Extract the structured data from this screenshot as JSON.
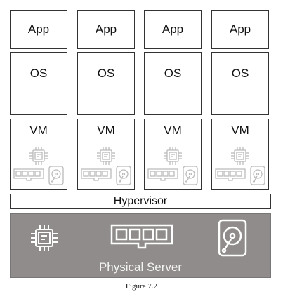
{
  "stacks": [
    {
      "app": "App",
      "os": "OS",
      "vm": "VM"
    },
    {
      "app": "App",
      "os": "OS",
      "vm": "VM"
    },
    {
      "app": "App",
      "os": "OS",
      "vm": "VM"
    },
    {
      "app": "App",
      "os": "OS",
      "vm": "VM"
    }
  ],
  "hypervisor": "Hypervisor",
  "physical_server": {
    "label": "Physical Server",
    "icons": [
      "cpu-icon",
      "memory-icon",
      "hard-drive-icon"
    ],
    "color": "#8f8c8b"
  },
  "vm_icons": [
    "cpu-icon",
    "memory-icon",
    "hard-drive-icon"
  ],
  "caption": "Figure 7.2"
}
